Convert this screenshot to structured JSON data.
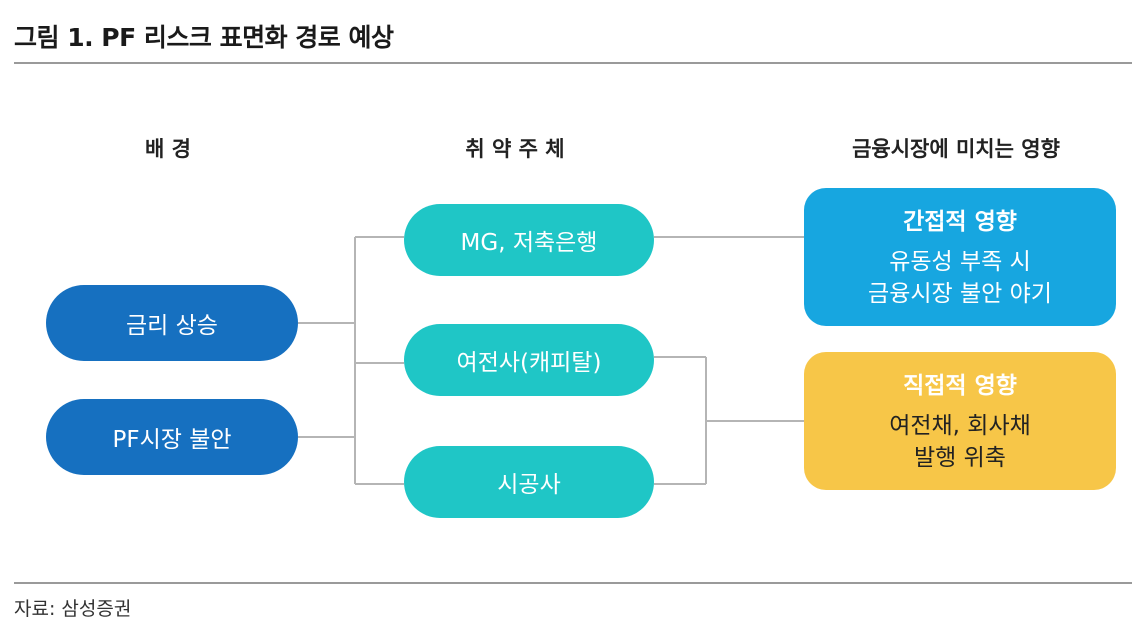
{
  "title": "그림 1. PF 리스크 표면화 경로 예상",
  "columns": {
    "background": "배 경",
    "vulnerable": "취 약 주 체",
    "impact": "금융시장에 미치는 영향"
  },
  "background_items": [
    "금리 상승",
    "PF시장 불안"
  ],
  "vulnerable_items": [
    "MG, 저축은행",
    "여전사(캐피탈)",
    "시공사"
  ],
  "indirect": {
    "head": "간접적 영향",
    "line1": "유동성 부족 시",
    "line2": "금융시장 불안 야기"
  },
  "direct": {
    "head": "직접적 영향",
    "line1": "여전채, 회사채",
    "line2": "발행 위축"
  },
  "source": "자료: 삼성증권",
  "colors": {
    "background_pill": "#1670c0",
    "vulnerable_pill": "#1fc6c6",
    "indirect_box": "#17a6e0",
    "direct_box": "#f7c648",
    "connector": "#b5b5b5"
  }
}
